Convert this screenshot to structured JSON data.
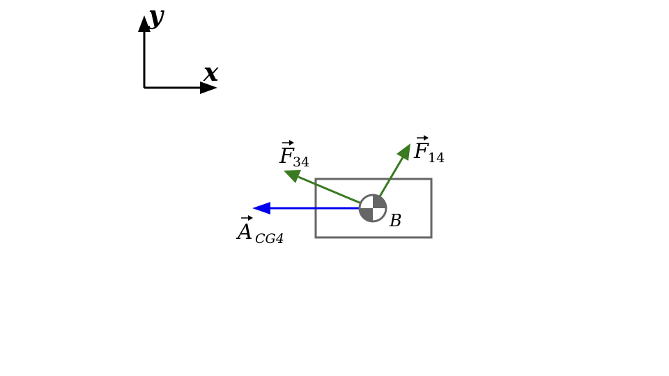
{
  "axes": {
    "x_label": "x",
    "y_label": "y",
    "color": "#000000"
  },
  "body": {
    "point_label": "B",
    "outline_color": "#666666",
    "cg_symbol_color": "#666666"
  },
  "vectors": {
    "f34": {
      "symbol": "F",
      "subscript": "34",
      "color": "#3a7a22"
    },
    "f14": {
      "symbol": "F",
      "subscript": "14",
      "color": "#3a7a22"
    },
    "acg4": {
      "symbol": "A",
      "subscript": "CG4",
      "color": "#0000ee"
    }
  }
}
